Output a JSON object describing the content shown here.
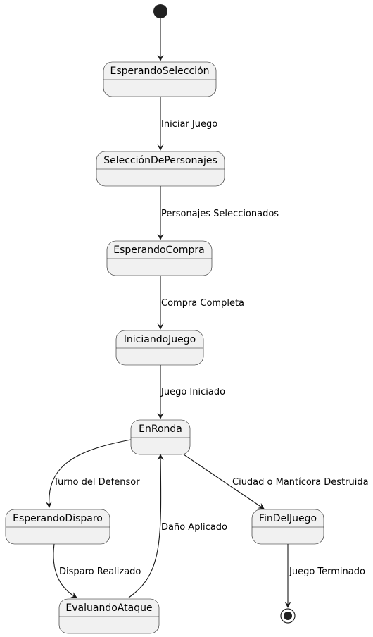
{
  "states": [
    {
      "id": "esperando-seleccion",
      "label": "EsperandoSelección"
    },
    {
      "id": "seleccion-de-personajes",
      "label": "SelecciónDePersonajes"
    },
    {
      "id": "esperando-compra",
      "label": "EsperandoCompra"
    },
    {
      "id": "iniciando-juego",
      "label": "IniciandoJuego"
    },
    {
      "id": "en-ronda",
      "label": "EnRonda"
    },
    {
      "id": "esperando-disparo",
      "label": "EsperandoDisparo"
    },
    {
      "id": "evaluando-ataque",
      "label": "EvaluandoAtaque"
    },
    {
      "id": "fin-del-juego",
      "label": "FinDelJuego"
    }
  ],
  "transitions": [
    {
      "id": "t-iniciar-juego",
      "label": "Iniciar Juego"
    },
    {
      "id": "t-personajes-seleccionados",
      "label": "Personajes Seleccionados"
    },
    {
      "id": "t-compra-completa",
      "label": "Compra Completa"
    },
    {
      "id": "t-juego-iniciado",
      "label": "Juego Iniciado"
    },
    {
      "id": "t-turno-del-defensor",
      "label": "Turno del Defensor"
    },
    {
      "id": "t-disparo-realizado",
      "label": "Disparo Realizado"
    },
    {
      "id": "t-dano-aplicado",
      "label": "Daño Aplicado"
    },
    {
      "id": "t-ciudad-destruida",
      "label": "Ciudad o Mantícora Destruida"
    },
    {
      "id": "t-juego-terminado",
      "label": "Juego Terminado"
    }
  ]
}
